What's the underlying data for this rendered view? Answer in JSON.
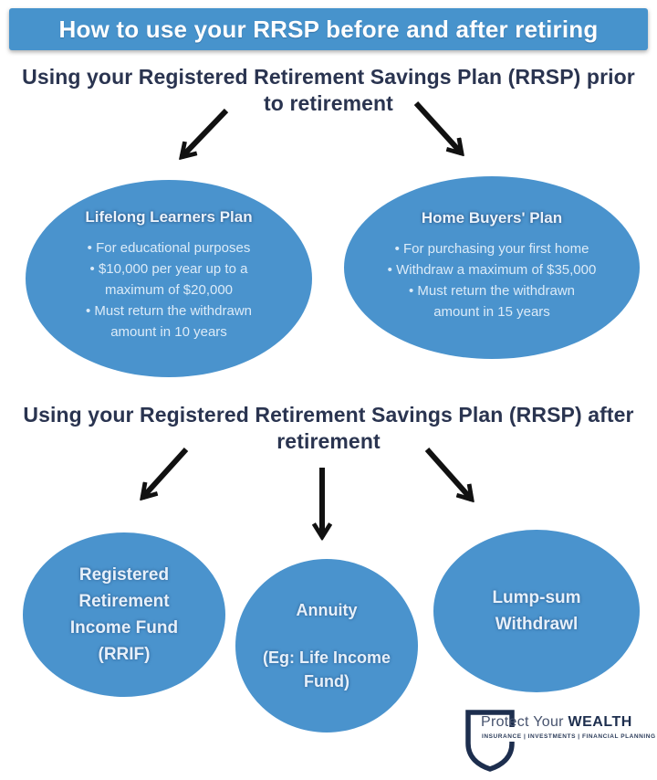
{
  "banner": {
    "title": "How to use your RRSP before and after retiring"
  },
  "colors": {
    "primary_blue": "#4a93cd",
    "banner_blue": "#4793cc",
    "heading_navy": "#2a3450",
    "light_text": "#dcebf8",
    "arrow_black": "#111111",
    "logo_navy": "#1d2e4e"
  },
  "section_before": {
    "heading": "Using your Registered Retirement Savings Plan (RRSP) prior\nto retirement",
    "ellipses": [
      {
        "title": "Lifelong Learners Plan",
        "bullets": [
          "For educational purposes",
          "$10,000 per year up to a\nmaximum of $20,000",
          "Must return the withdrawn\namount in 10 years"
        ]
      },
      {
        "title": "Home Buyers' Plan",
        "bullets": [
          "For purchasing your first home",
          "Withdraw a maximum of $35,000",
          "Must return the withdrawn\namount in 15 years"
        ]
      }
    ]
  },
  "section_after": {
    "heading": "Using your Registered Retirement Savings Plan (RRSP) after\nretirement",
    "options": [
      {
        "label": "Registered\nRetirement\nIncome Fund\n(RRIF)"
      },
      {
        "label": "Annuity\n\n(Eg: Life Income\nFund)"
      },
      {
        "label": "Lump-sum\nWithdrawl"
      }
    ]
  },
  "logo": {
    "brand_regular": "Protect Your ",
    "brand_bold": "WEALTH",
    "tagline": "INSURANCE  |  INVESTMENTS  |  FINANCIAL PLANNING"
  }
}
